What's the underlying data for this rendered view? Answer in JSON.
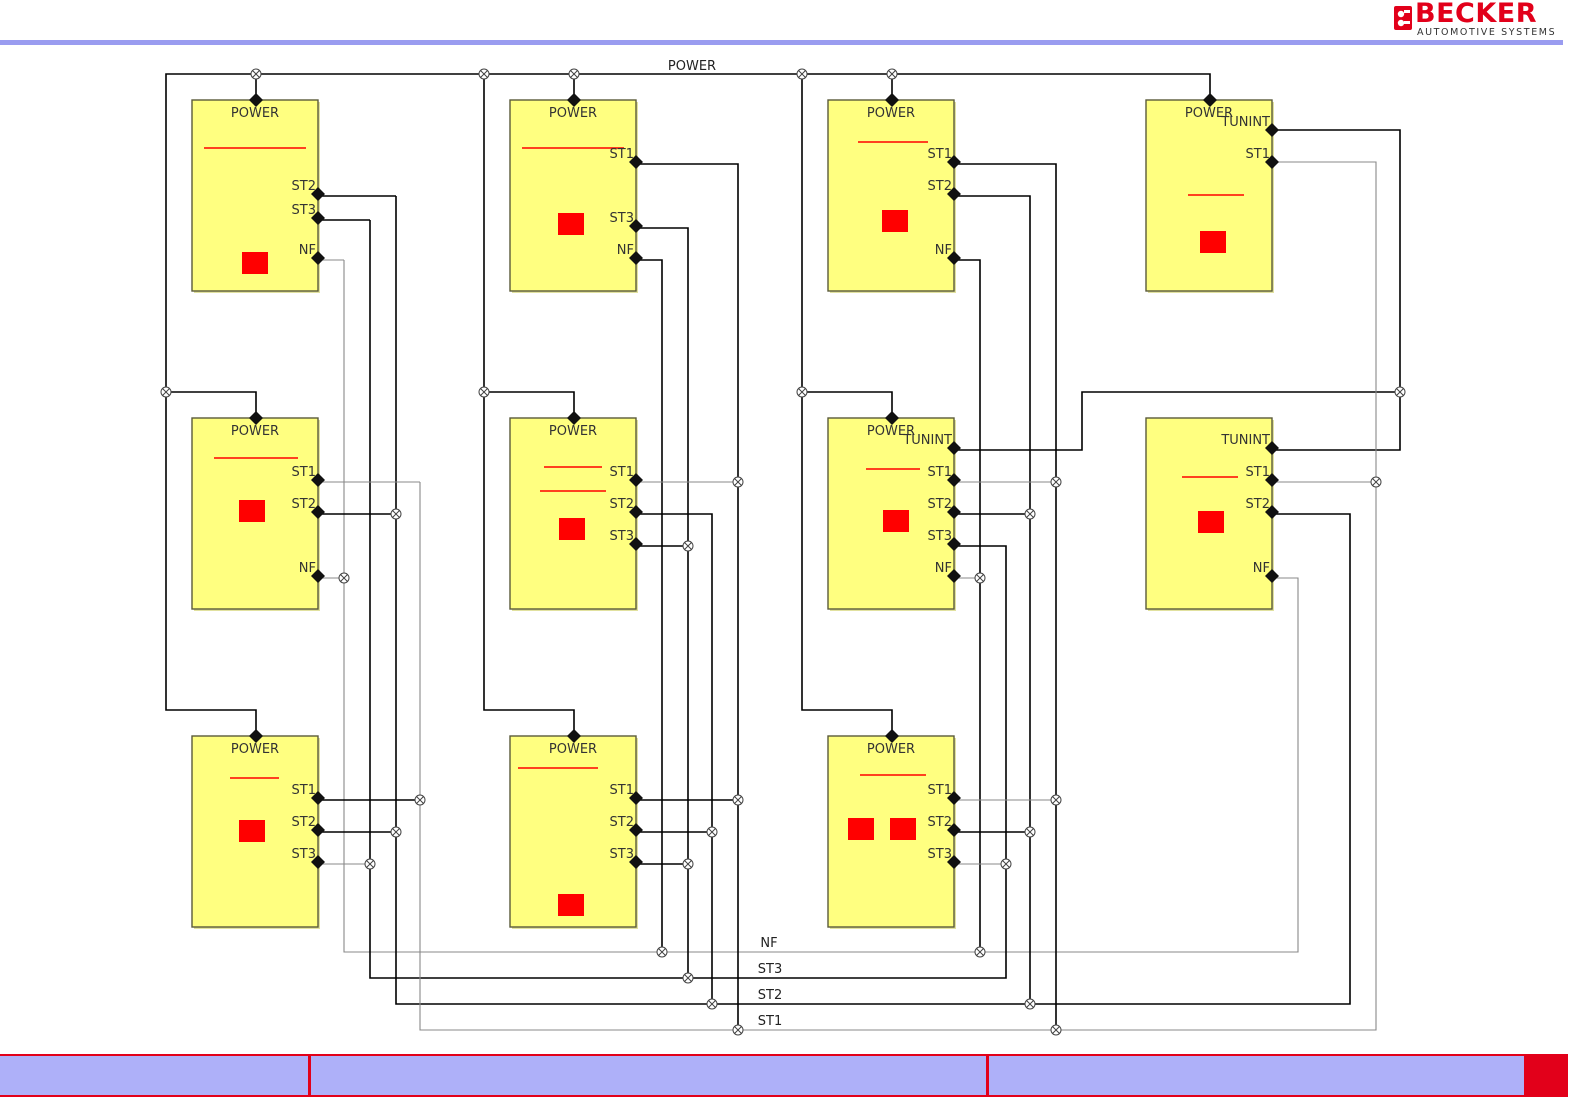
{
  "logo": {
    "name": "BECKER",
    "tagline": "AUTOMOTIVE SYSTEMS"
  },
  "colors": {
    "box_fill": "#ffff80",
    "accent_red": "#ff0000",
    "rule": "#9a9cf0",
    "footer": "#aeb0f9"
  },
  "buses": {
    "power": "POWER",
    "nf": "NF",
    "st3": "ST3",
    "st2": "ST2",
    "st1": "ST1"
  },
  "boxes": [
    {
      "id": "r1c1",
      "row": 1,
      "col": 1,
      "ports": [
        {
          "label": "POWER",
          "side": "top"
        },
        {
          "label": "ST2",
          "side": "right"
        },
        {
          "label": "ST3",
          "side": "right"
        },
        {
          "label": "NF",
          "side": "right"
        }
      ]
    },
    {
      "id": "r1c2",
      "row": 1,
      "col": 2,
      "ports": [
        {
          "label": "POWER",
          "side": "top"
        },
        {
          "label": "ST1",
          "side": "right"
        },
        {
          "label": "ST3",
          "side": "right"
        },
        {
          "label": "NF",
          "side": "right"
        }
      ]
    },
    {
      "id": "r1c3",
      "row": 1,
      "col": 3,
      "ports": [
        {
          "label": "POWER",
          "side": "top"
        },
        {
          "label": "ST1",
          "side": "right"
        },
        {
          "label": "ST2",
          "side": "right"
        },
        {
          "label": "NF",
          "side": "right"
        }
      ]
    },
    {
      "id": "r1c4",
      "row": 1,
      "col": 4,
      "ports": [
        {
          "label": "POWER",
          "side": "top"
        },
        {
          "label": "TUNINT",
          "side": "right"
        },
        {
          "label": "ST1",
          "side": "right"
        }
      ]
    },
    {
      "id": "r2c1",
      "row": 2,
      "col": 1,
      "ports": [
        {
          "label": "POWER",
          "side": "top"
        },
        {
          "label": "ST1",
          "side": "right"
        },
        {
          "label": "ST2",
          "side": "right"
        },
        {
          "label": "NF",
          "side": "right"
        }
      ]
    },
    {
      "id": "r2c2",
      "row": 2,
      "col": 2,
      "ports": [
        {
          "label": "POWER",
          "side": "top"
        },
        {
          "label": "ST1",
          "side": "right"
        },
        {
          "label": "ST2",
          "side": "right"
        },
        {
          "label": "ST3",
          "side": "right"
        }
      ]
    },
    {
      "id": "r2c3",
      "row": 2,
      "col": 3,
      "ports": [
        {
          "label": "POWER",
          "side": "top"
        },
        {
          "label": "TUNINT",
          "side": "right"
        },
        {
          "label": "ST1",
          "side": "right"
        },
        {
          "label": "ST2",
          "side": "right"
        },
        {
          "label": "ST3",
          "side": "right"
        },
        {
          "label": "NF",
          "side": "right"
        }
      ]
    },
    {
      "id": "r2c4",
      "row": 2,
      "col": 4,
      "ports": [
        {
          "label": "TUNINT",
          "side": "right"
        },
        {
          "label": "ST1",
          "side": "right"
        },
        {
          "label": "ST2",
          "side": "right"
        },
        {
          "label": "NF",
          "side": "right"
        }
      ]
    },
    {
      "id": "r3c1",
      "row": 3,
      "col": 1,
      "ports": [
        {
          "label": "POWER",
          "side": "top"
        },
        {
          "label": "ST1",
          "side": "right"
        },
        {
          "label": "ST2",
          "side": "right"
        },
        {
          "label": "ST3",
          "side": "right"
        }
      ]
    },
    {
      "id": "r3c2",
      "row": 3,
      "col": 2,
      "ports": [
        {
          "label": "POWER",
          "side": "top"
        },
        {
          "label": "ST1",
          "side": "right"
        },
        {
          "label": "ST2",
          "side": "right"
        },
        {
          "label": "ST3",
          "side": "right"
        }
      ]
    },
    {
      "id": "r3c3",
      "row": 3,
      "col": 3,
      "ports": [
        {
          "label": "POWER",
          "side": "top"
        },
        {
          "label": "ST1",
          "side": "right"
        },
        {
          "label": "ST2",
          "side": "right"
        },
        {
          "label": "ST3",
          "side": "right"
        }
      ]
    }
  ],
  "footer": {
    "cells": [
      "",
      "",
      ""
    ]
  }
}
